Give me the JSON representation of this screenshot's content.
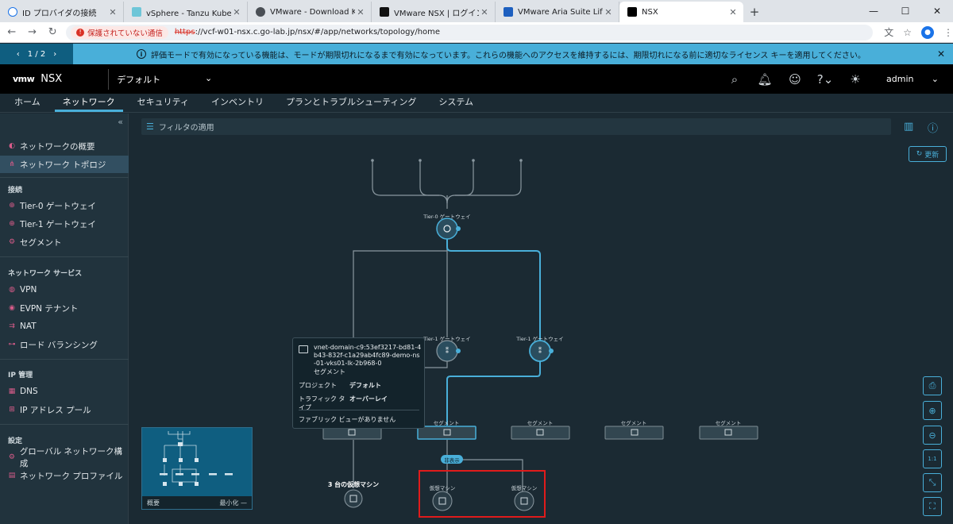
{
  "browser": {
    "tabs": [
      {
        "title": "ID プロバイダの接続",
        "icon": "globe-icon"
      },
      {
        "title": "vSphere - Tanzu Kubernetes クラ",
        "icon": "vsphere-icon"
      },
      {
        "title": "VMware - Download Kubernetes",
        "icon": "chrome-icon"
      },
      {
        "title": "VMware NSX | ログイン",
        "icon": "vmware-icon"
      },
      {
        "title": "VMware Aria Suite Lifecycle",
        "icon": "aria-icon"
      },
      {
        "title": "NSX",
        "icon": "nsx-icon"
      }
    ],
    "security_chip": "保護されていない通信",
    "url_scheme": "https",
    "url_rest": "://vcf-w01-nsx.c.go-lab.jp/nsx/#/app/networks/topology/home"
  },
  "banner": {
    "pager": "1 / 2",
    "message": "評価モードで有効になっている機能は、モードが期限切れになるまで有効になっています。これらの機能へのアクセスを維持するには、期限切れになる前に適切なライセンス キーを適用してください。"
  },
  "header": {
    "logo": "vmw",
    "app_name": "NSX",
    "project": "デフォルト",
    "user": "admin"
  },
  "main_nav": [
    "ホーム",
    "ネットワーク",
    "セキュリティ",
    "インベントリ",
    "プランとトラブルシューティング",
    "システム"
  ],
  "sidebar": {
    "items_top": [
      "ネットワークの概要",
      "ネットワーク トポロジ"
    ],
    "sec_connect": "接続",
    "items_connect": [
      "Tier-0 ゲートウェイ",
      "Tier-1 ゲートウェイ",
      "セグメント"
    ],
    "sec_services": "ネットワーク サービス",
    "items_services": [
      "VPN",
      "EVPN テナント",
      "NAT",
      "ロード バランシング"
    ],
    "sec_ip": "IP 管理",
    "items_ip": [
      "DNS",
      "IP アドレス プール"
    ],
    "sec_settings": "設定",
    "items_settings": [
      "グローバル ネットワーク構成",
      "ネットワーク プロファイル"
    ]
  },
  "canvas": {
    "filter_placeholder": "フィルタの適用",
    "refresh": "更新",
    "tier0_label": "Tier-0 ゲートウェイ",
    "tier1_label": "Tier-1 ゲートウェイ",
    "segment_label": "セグメント",
    "hidden_badge": "非表示",
    "vm_group_label": "3 台の仮想マシン",
    "vm_label": "仮想マシン",
    "minimap_overview": "概要",
    "minimap_minimize": "最小化"
  },
  "popup": {
    "title": "vnet-domain-c9:53ef3217-bd81-4b43-832f-c1a29ab4fc89-demo-ns-01-vks01-lk-2b968-0",
    "type": "セグメント",
    "project_key": "プロジェクト",
    "project_val": "デフォルト",
    "traffic_key": "トラフィック タイプ",
    "traffic_val": "オーバーレイ",
    "footer": "ファブリック ビューがありません"
  },
  "colors": {
    "accent": "#49afd9",
    "highlight": "#e01b1b",
    "background": "#1b2a33"
  }
}
